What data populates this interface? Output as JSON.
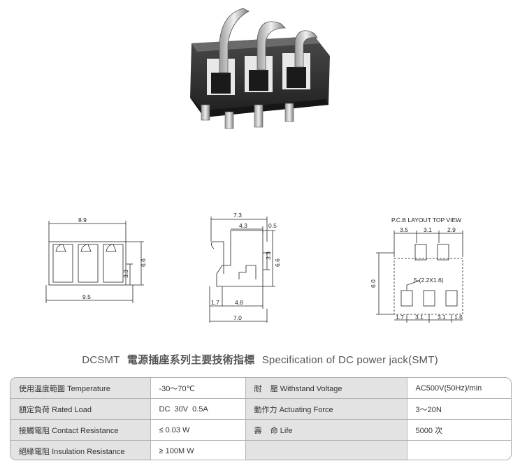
{
  "title": {
    "model": "DCSMT",
    "chinese": "電源插座系列主要技術指標",
    "english": "Specification of DC power jack(SMT)"
  },
  "drawings": {
    "front": {
      "top_dim": "8.9",
      "bottom_dim": "9.5",
      "height_dim": "6.6",
      "inner_dim": "3.3"
    },
    "side": {
      "top_dim": "7.3",
      "sub_dim_a": "4.3",
      "sub_dim_b": "0.5",
      "height_dim": "6.6",
      "inner_dim": "3.3",
      "bottom_a": "1.7",
      "bottom_b": "4.8",
      "bottom_total": "7.0"
    },
    "pcb": {
      "label": "P.C.B LAYOUT TOP VIEW",
      "top_dims": [
        "3.5",
        "3.1",
        "2.9"
      ],
      "pad_label": "5-(2.2X1.6)",
      "side_dim": "6.0",
      "bottom_dims": [
        "1.7",
        "3.1",
        "3.1",
        "1.6"
      ]
    }
  },
  "specs": [
    {
      "label_zh": "使用溫度範圍",
      "label_en": "Temperature",
      "value": "-30～70℃",
      "label2_zh": "耐    壓",
      "label2_en": "Withstand Voltage",
      "value2": "AC500V(50Hz)/min"
    },
    {
      "label_zh": "額定負荷",
      "label_en": "Rated Load",
      "value": "DC  30V  0.5A",
      "label2_zh": "動作力",
      "label2_en": "Actuating Force",
      "value2": "3～20N"
    },
    {
      "label_zh": "接觸電阻",
      "label_en": "Contact Resistance",
      "value": "≤ 0.03 W",
      "label2_zh": "壽    命",
      "label2_en": "Life",
      "value2": "5000 次"
    },
    {
      "label_zh": "絕緣電阻",
      "label_en": "Insulation Resistance",
      "value": "≥ 100M W",
      "label2_zh": "",
      "label2_en": "",
      "value2": ""
    }
  ]
}
